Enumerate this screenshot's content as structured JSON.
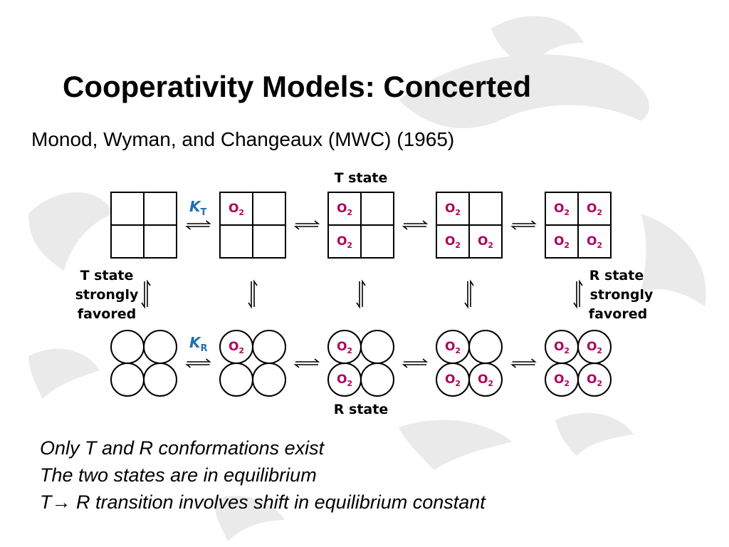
{
  "slide": {
    "title": "Cooperativity Models: Concerted",
    "subtitle": "Monod, Wyman, and Changeaux (MWC)  (1965)"
  },
  "diagram": {
    "top_label": "T state",
    "bottom_label": "R state",
    "k_t": {
      "letter": "K",
      "sub": "T"
    },
    "k_r": {
      "letter": "K",
      "sub": "R"
    },
    "o2_label": {
      "main": "O",
      "sub": "2"
    },
    "left_note": [
      "T state",
      "strongly",
      "favored"
    ],
    "right_note": [
      "R state",
      "strongly",
      "favored"
    ],
    "occupancy": [
      [
        false,
        false,
        false,
        false
      ],
      [
        true,
        false,
        false,
        false
      ],
      [
        true,
        false,
        true,
        false
      ],
      [
        true,
        false,
        true,
        true
      ],
      [
        true,
        true,
        true,
        true
      ]
    ],
    "colors": {
      "o2": "#b0005e",
      "k": "#1f6fb5"
    }
  },
  "notes": [
    "Only T and R conformations exist",
    "The two states are in equilibrium",
    "T",
    "R transition involves shift in equilibrium constant"
  ]
}
